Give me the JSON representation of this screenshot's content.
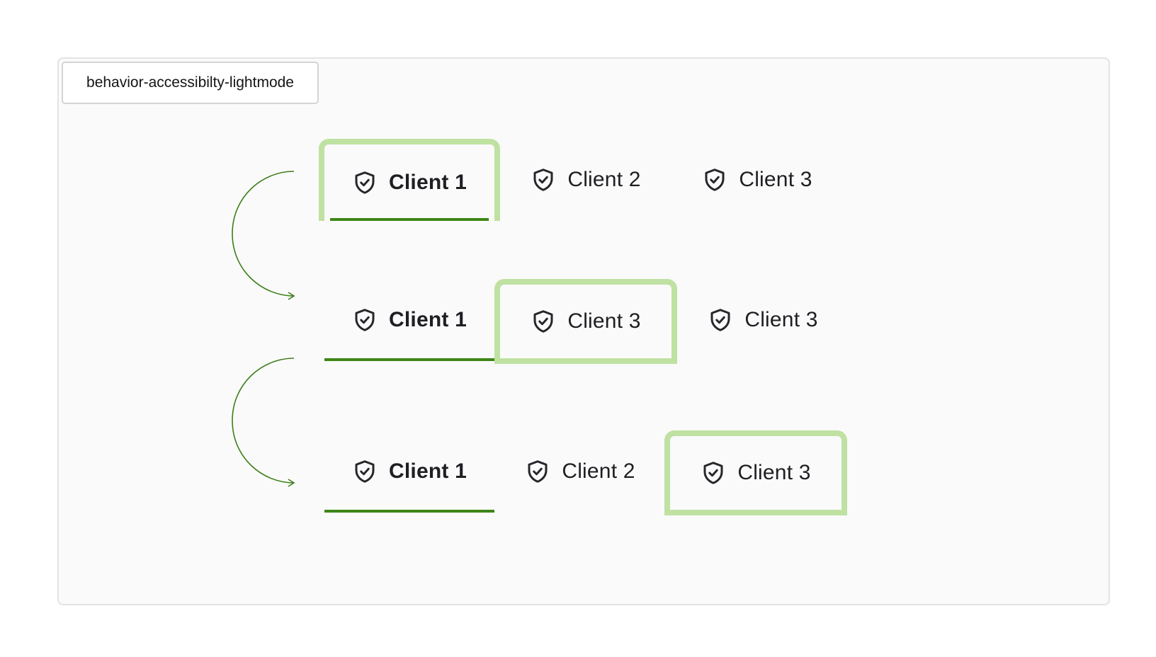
{
  "label": "behavior-accessibilty-lightmode",
  "colors": {
    "focus_ring": "#bfe1a2",
    "active_underline": "#3e8616",
    "arrow": "#3e7f1a"
  },
  "rows": [
    {
      "tabs": [
        {
          "label": "Client 1",
          "icon": "shield-check-icon"
        },
        {
          "label": "Client 2",
          "icon": "shield-check-icon"
        },
        {
          "label": "Client 3",
          "icon": "shield-check-icon"
        }
      ]
    },
    {
      "tabs": [
        {
          "label": "Client 1",
          "icon": "shield-check-icon"
        },
        {
          "label": "Client 3",
          "icon": "shield-check-icon"
        },
        {
          "label": "Client 3",
          "icon": "shield-check-icon"
        }
      ]
    },
    {
      "tabs": [
        {
          "label": "Client 1",
          "icon": "shield-check-icon"
        },
        {
          "label": "Client 2",
          "icon": "shield-check-icon"
        },
        {
          "label": "Client 3",
          "icon": "shield-check-icon"
        }
      ]
    }
  ]
}
